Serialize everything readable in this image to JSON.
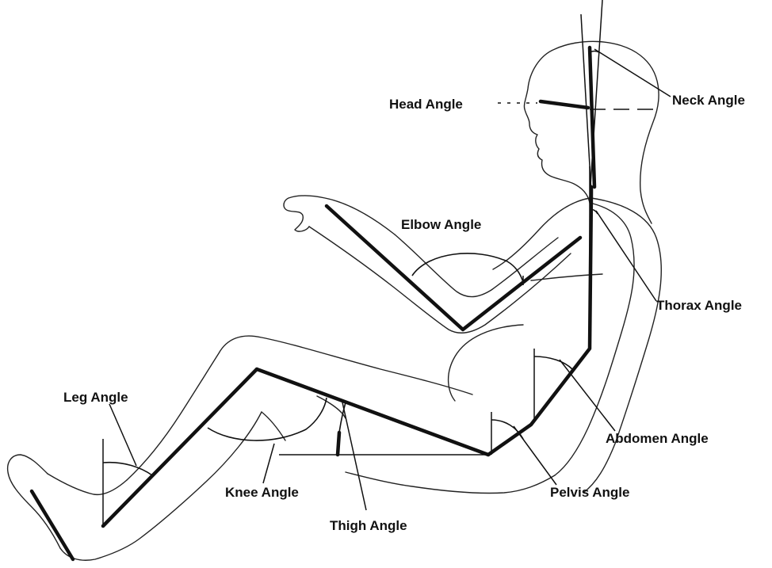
{
  "labels": {
    "head_angle": "Head Angle",
    "neck_angle": "Neck Angle",
    "elbow_angle": "Elbow Angle",
    "thorax_angle": "Thorax Angle",
    "abdomen_angle": "Abdomen Angle",
    "pelvis_angle": "Pelvis Angle",
    "leg_angle": "Leg Angle",
    "knee_angle": "Knee Angle",
    "thigh_angle": "Thigh Angle"
  }
}
